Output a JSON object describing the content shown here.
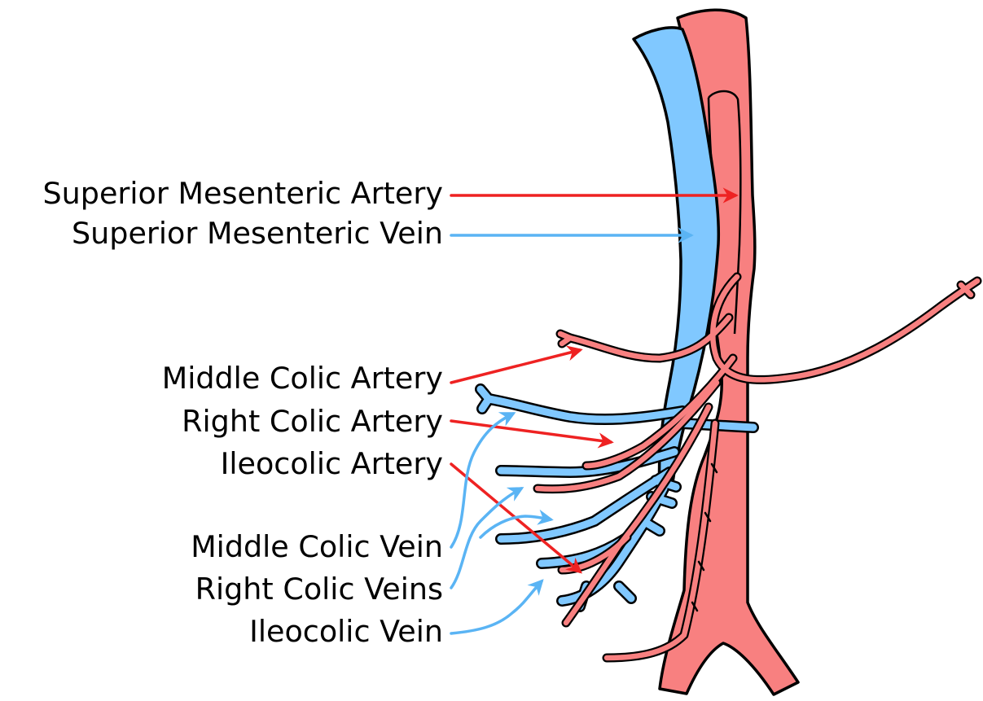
{
  "labels": {
    "superior_mesenteric_artery": "Superior Mesenteric Artery",
    "superior_mesenteric_vein": "Superior Mesenteric Vein",
    "middle_colic_artery": "Middle Colic Artery",
    "right_colic_artery": "Right Colic Artery",
    "ileocolic_artery": "Ileocolic Artery",
    "middle_colic_vein": "Middle Colic Vein",
    "right_colic_veins": "Right Colic Veins",
    "ileocolic_vein": "Ileocolic Vein"
  },
  "colors": {
    "artery_fill": "#f88080",
    "vein_fill": "#80c8ff",
    "artery_pointer": "#ee2222",
    "vein_pointer": "#5ab4f4",
    "outline": "#000000"
  }
}
